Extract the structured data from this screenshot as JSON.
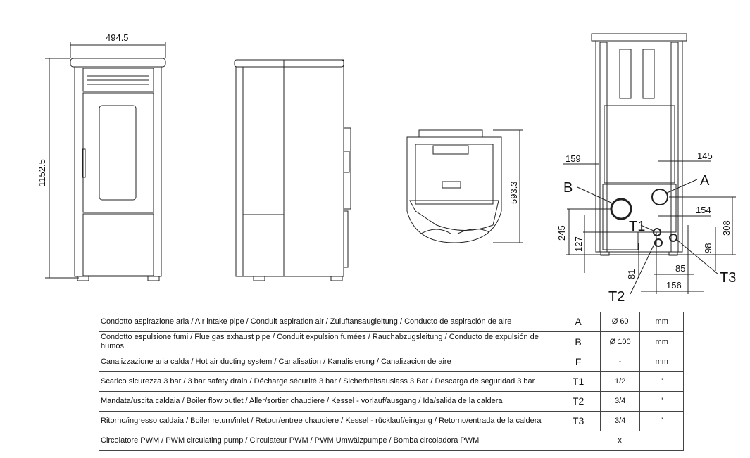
{
  "dimensions": {
    "front_width": "494.5",
    "front_height": "1152.5",
    "top_depth": "593.3",
    "back_left_offset": "159",
    "back_right_offset": "145",
    "a_height": "154",
    "b_height": "245",
    "t1_height": "127",
    "overall_308": "308",
    "t3_height": "98",
    "t2_height": "81",
    "t3_offset": "85",
    "t2_offset": "156"
  },
  "labels": {
    "A": "A",
    "B": "B",
    "T1": "T1",
    "T2": "T2",
    "T3": "T3"
  },
  "table": {
    "rows": [
      {
        "desc": "Condotto aspirazione aria / Air intake pipe / Conduit aspiration air / Zuluftansaugleitung / Conducto de aspiración de aire",
        "code": "A",
        "value": "Ø 60",
        "unit": "mm"
      },
      {
        "desc": "Condotto espulsione fumi / Flue gas exhaust pipe / Conduit expulsion fumées / Rauchabzugsleitung / Conducto de expulsión de humos",
        "code": "B",
        "value": "Ø 100",
        "unit": "mm"
      },
      {
        "desc": "Canalizzazione aria calda / Hot air ducting system / Canalisation / Kanalisierung / Canalizacion de aire",
        "code": "F",
        "value": "-",
        "unit": "mm"
      },
      {
        "desc": "Scarico sicurezza 3 bar / 3 bar safety drain / Décharge sécurité 3 bar / Sicherheitsauslass 3 Bar / Descarga de seguridad 3 bar",
        "code": "T1",
        "value": "1/2",
        "unit": "\""
      },
      {
        "desc": "Mandata/uscita caldaia / Boiler flow outlet / Aller/sortier chaudiere / Kessel - vorlauf/ausgang / Ida/salida de la caldera",
        "code": "T2",
        "value": "3/4",
        "unit": "\""
      },
      {
        "desc": "Ritorno/ingresso caldaia / Boiler return/inlet / Retour/entree chaudiere / Kessel - rücklauf/eingang / Retorno/entrada de la caldera",
        "code": "T3",
        "value": "3/4",
        "unit": "\""
      }
    ],
    "pump": {
      "desc": "Circolatore PWM / PWM circulating pump / Circulateur PWM / PWM Umwälzpumpe / Bomba circoladora PWM",
      "value": "x"
    }
  }
}
